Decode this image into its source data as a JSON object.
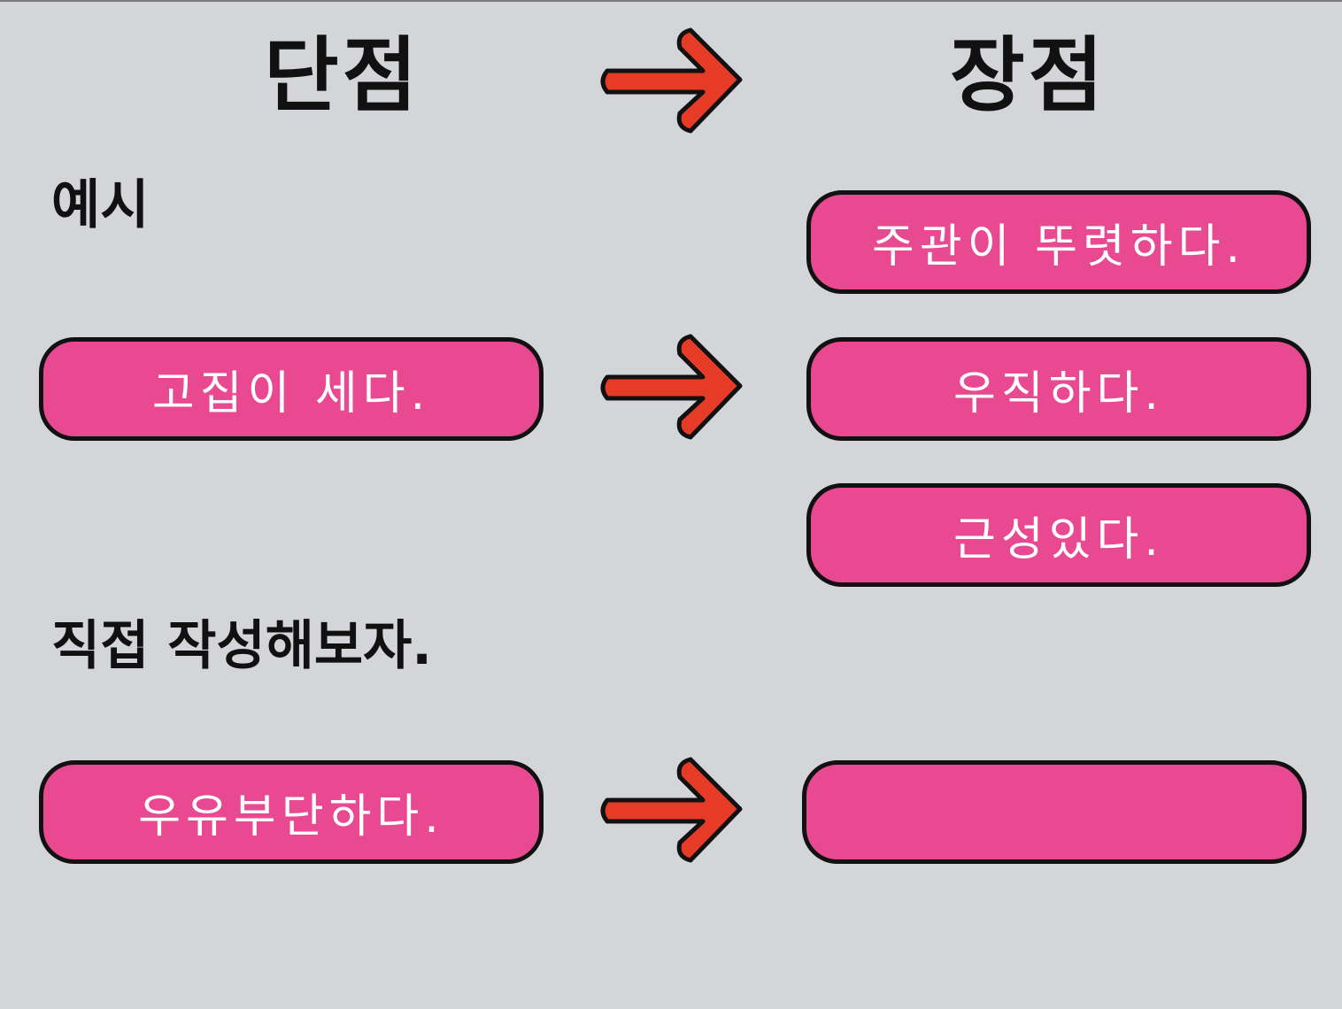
{
  "headings": {
    "weakness": "단점",
    "strength": "장점"
  },
  "sections": {
    "example": "예시",
    "practice": "직접 작성해보자."
  },
  "example": {
    "weakness": "고집이 세다.",
    "strengths": [
      "주관이 뚜렷하다.",
      "우직하다.",
      "근성있다."
    ]
  },
  "exercise": {
    "weakness": "우유부단하다.",
    "strength": ""
  },
  "colors": {
    "background": "#d4d5d8",
    "pill": "#e84991",
    "arrow": "#e63b27",
    "outline": "#111111"
  }
}
